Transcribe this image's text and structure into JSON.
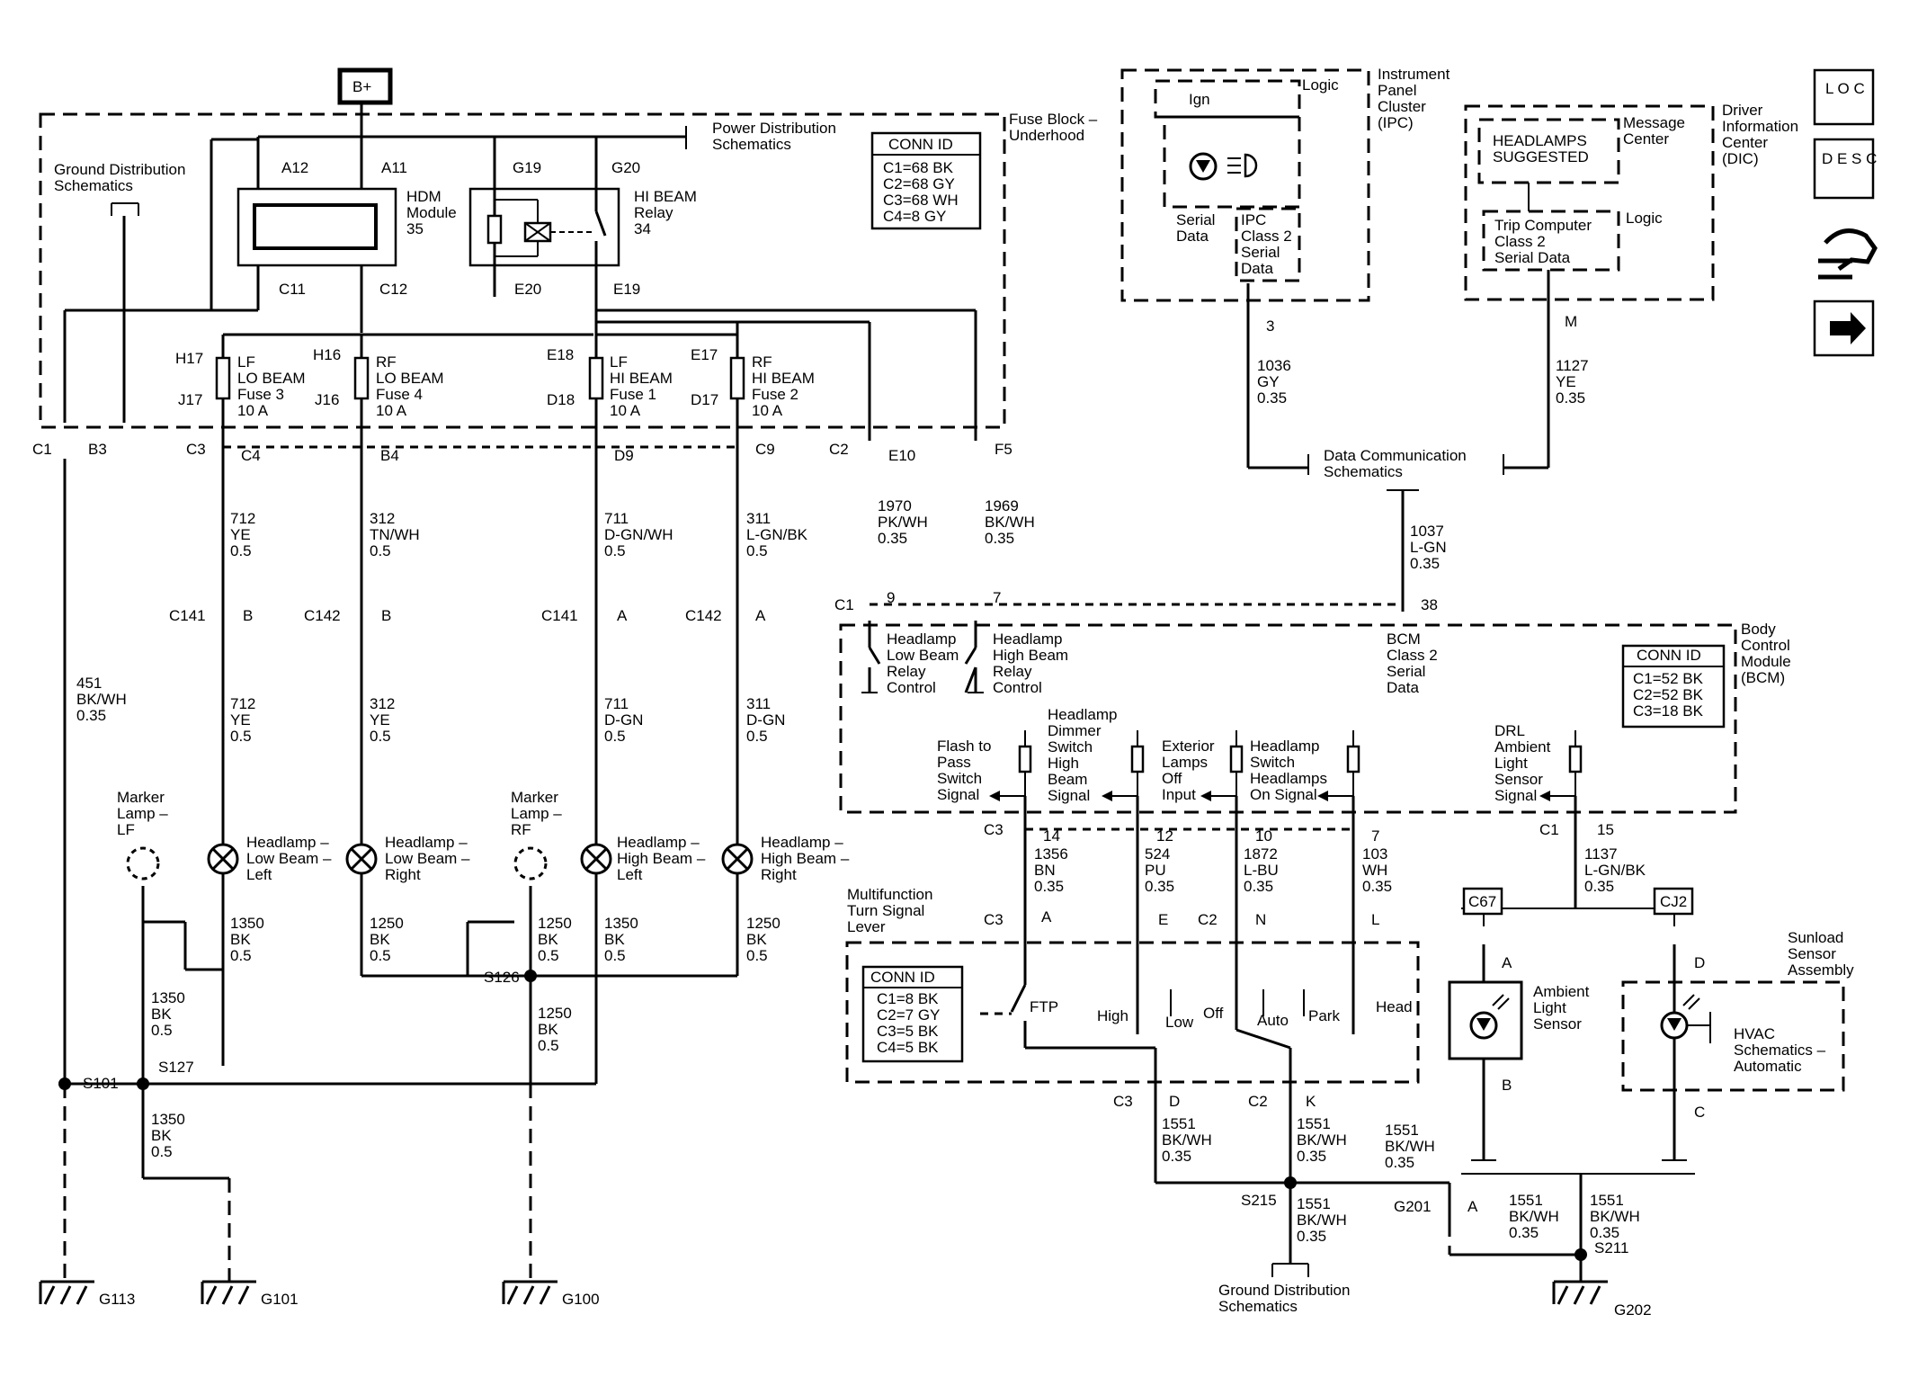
{
  "power": {
    "bplus": "B+"
  },
  "fuse_block": {
    "label": "Fuse Block –\nUnderhood",
    "power_distribution": "Power Distribution\nSchematics",
    "ground_distribution": "Ground Distribution\nSchematics",
    "hdm": {
      "label": "HDM\nModule\n35",
      "pins": [
        "A12",
        "A11",
        "C11",
        "C12"
      ]
    },
    "relay": {
      "label": "HI BEAM\nRelay\n34",
      "pins": [
        "G19",
        "G20",
        "E20",
        "E19"
      ]
    },
    "conn_id": {
      "title": "CONN ID",
      "rows": [
        "C1=68 BK",
        "C2=68 GY",
        "C3=68 WH",
        "C4=8 GY"
      ]
    },
    "fuses": [
      {
        "top_pin": "H17",
        "bottom_pin": "J17",
        "label": "LF\nLO BEAM\nFuse 3\n10 A"
      },
      {
        "top_pin": "H16",
        "bottom_pin": "J16",
        "label": "RF\nLO BEAM\nFuse 4\n10 A"
      },
      {
        "top_pin": "E18",
        "bottom_pin": "D18",
        "label": "LF\nHI BEAM\nFuse 1\n10 A"
      },
      {
        "top_pin": "E17",
        "bottom_pin": "D17",
        "label": "RF\nHI BEAM\nFuse 2\n10 A"
      }
    ],
    "out_pins": [
      "C1",
      "B3",
      "C3",
      "C4",
      "B4",
      "D9",
      "C9",
      "C2",
      "E10",
      "F5"
    ]
  },
  "wires": {
    "w451": "451\nBK/WH\n0.35",
    "w712a": "712\nYE\n0.5",
    "w312a": "312\nTN/WH\n0.5",
    "w711a": "711\nD-GN/WH\n0.5",
    "w311a": "311\nL-GN/BK\n0.5",
    "w712b": "712\nYE\n0.5",
    "w312b": "312\nYE\n0.5",
    "w711b": "711\nD-GN\n0.5",
    "w311b": "311\nD-GN\n0.5",
    "w1970": "1970\nPK/WH\n0.35",
    "w1969": "1969\nBK/WH\n0.35",
    "w1036": "1036\nGY\n0.35",
    "w1127": "1127\nYE\n0.35",
    "w1037": "1037\nL-GN\n0.35",
    "w1350a": "1350\nBK\n0.5",
    "w1250a": "1250\nBK\n0.5",
    "w1250b": "1250\nBK\n0.5",
    "w1350b": "1350\nBK\n0.5",
    "w1250c": "1250\nBK\n0.5",
    "w1350c": "1350\nBK\n0.5",
    "w1250d": "1250\nBK\n0.5",
    "w1350d": "1350\nBK\n0.5",
    "w1356": "1356\nBN\n0.35",
    "w524": "524\nPU\n0.35",
    "w1872": "1872\nL-BU\n0.35",
    "w103": "103\nWH\n0.35",
    "w1137": "1137\nL-GN/BK\n0.35",
    "w1551a": "1551\nBK/WH\n0.35",
    "w1551b": "1551\nBK/WH\n0.35",
    "w1551c": "1551\nBK/WH\n0.35",
    "w1551d": "1551\nBK/WH\n0.35",
    "w1551e": "1551\nBK/WH\n0.35",
    "w1551f": "1551\nBK/WH\n0.35"
  },
  "inline_connectors": [
    "C141",
    "B",
    "C142",
    "B",
    "C141",
    "A",
    "C142",
    "A"
  ],
  "lamps": {
    "marker_lf": "Marker\nLamp –\nLF",
    "marker_rf": "Marker\nLamp –\nRF",
    "lo_left": "Headlamp –\nLow Beam –\nLeft",
    "lo_right": "Headlamp –\nLow Beam –\nRight",
    "hi_left": "Headlamp –\nHigh Beam –\nLeft",
    "hi_right": "Headlamp –\nHigh Beam –\nRight"
  },
  "splices": {
    "s101": "S101",
    "s127": "S127",
    "s126": "S126",
    "s215": "S215",
    "s211": "S211"
  },
  "grounds": {
    "g113": "G113",
    "g101": "G101",
    "g100": "G100",
    "g202": "G202",
    "g201": "G201"
  },
  "ipc": {
    "label": "Instrument\nPanel\nCluster\n(IPC)",
    "logic": "Logic",
    "ign": "Ign",
    "serial": "Serial\nData",
    "class2": "IPC\nClass 2\nSerial\nData",
    "pin": "3"
  },
  "dic": {
    "label": "Driver\nInformation\nCenter\n(DIC)",
    "message_center": "Message\nCenter",
    "headlamps_msg": "HEADLAMPS\nSUGGESTED",
    "logic": "Logic",
    "trip": "Trip Computer\nClass 2\nSerial Data",
    "pin": "M"
  },
  "data_comm": "Data Communication\nSchematics",
  "bcm": {
    "label": "Body\nControl\nModule\n(BCM)",
    "pins_top": [
      "C1",
      "9",
      "7",
      "38"
    ],
    "lo_relay": "Headlamp\nLow Beam\nRelay\nControl",
    "hi_relay": "Headlamp\nHigh Beam\nRelay\nControl",
    "class2": "BCM\nClass 2\nSerial\nData",
    "conn_id": {
      "title": "CONN ID",
      "rows": [
        "C1=52 BK",
        "C2=52 BK",
        "C3=18 BK"
      ]
    },
    "signals": [
      "Flash to\nPass\nSwitch\nSignal",
      "Headlamp\nDimmer\nSwitch\nHigh\nBeam\nSignal",
      "Exterior\nLamps\nOff\nInput",
      "Headlamp\nSwitch\nHeadlamps\nOn Signal",
      "DRL\nAmbient\nLight\nSensor\nSignal"
    ],
    "pins_bottom": [
      "C3",
      "14",
      "12",
      "10",
      "7",
      "C1",
      "15"
    ]
  },
  "mfs": {
    "label": "Multifunction\nTurn Signal\nLever",
    "pins_top": [
      "C3",
      "A",
      "E",
      "C2",
      "N",
      "L"
    ],
    "conn_id": {
      "title": "CONN ID",
      "rows": [
        "C1=8 BK",
        "C2=7 GY",
        "C3=5 BK",
        "C4=5 BK"
      ]
    },
    "positions": [
      "FTP",
      "High",
      "Low",
      "Off",
      "Auto",
      "Park",
      "Head"
    ],
    "pins_bottom": [
      "C3",
      "D",
      "C2",
      "K"
    ]
  },
  "sensors": {
    "c67": "C67",
    "cj2": "CJ2",
    "ambient": "Ambient\nLight\nSensor",
    "ambient_pins": [
      "A",
      "B"
    ],
    "sunload": "Sunload\nSensor\nAssembly",
    "sunload_pins": [
      "D",
      "C"
    ],
    "hvac": "HVAC\nSchematics –\nAutomatic",
    "g201_pin": "A"
  },
  "legend_icons": [
    "L O C",
    "D E S C",
    "wiring-harness-icon",
    "arrow-right-icon"
  ]
}
